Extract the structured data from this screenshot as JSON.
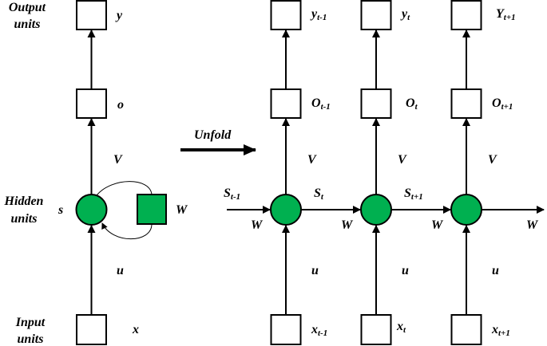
{
  "colors": {
    "node_fill": "#00b050",
    "stroke": "#000000",
    "background": "#ffffff"
  },
  "folded": {
    "captions": {
      "output": [
        "Output",
        "units"
      ],
      "hidden": [
        "Hidden",
        "units"
      ],
      "input": [
        "Input",
        "units"
      ]
    },
    "labels": {
      "output": "y",
      "hidden_out": "o",
      "V": "V",
      "state": "s",
      "W": "W",
      "U": "u",
      "input": "x"
    }
  },
  "unfold_label": "Unfold",
  "unfolded": {
    "steps": [
      {
        "y": "y",
        "y_sub": "t-1",
        "o": "O",
        "o_sub": "t-1",
        "x": "x",
        "x_sub": "t-1",
        "s_in": "S",
        "s_in_sub": "t-1",
        "V": "V",
        "U": "u",
        "W": "W"
      },
      {
        "y": "y",
        "y_sub": "t",
        "o": "O",
        "o_sub": "t",
        "x": "x",
        "x_sub": "t",
        "s_in": "S",
        "s_in_sub": "t",
        "V": "V",
        "U": "u",
        "W": "W"
      },
      {
        "y": "Y",
        "y_sub": "t+1",
        "o": "O",
        "o_sub": "t+1",
        "x": "x",
        "x_sub": "t+1",
        "s_in": "S",
        "s_in_sub": "t+1",
        "V": "V",
        "U": "u",
        "W": "W"
      }
    ],
    "final_W": "W"
  }
}
